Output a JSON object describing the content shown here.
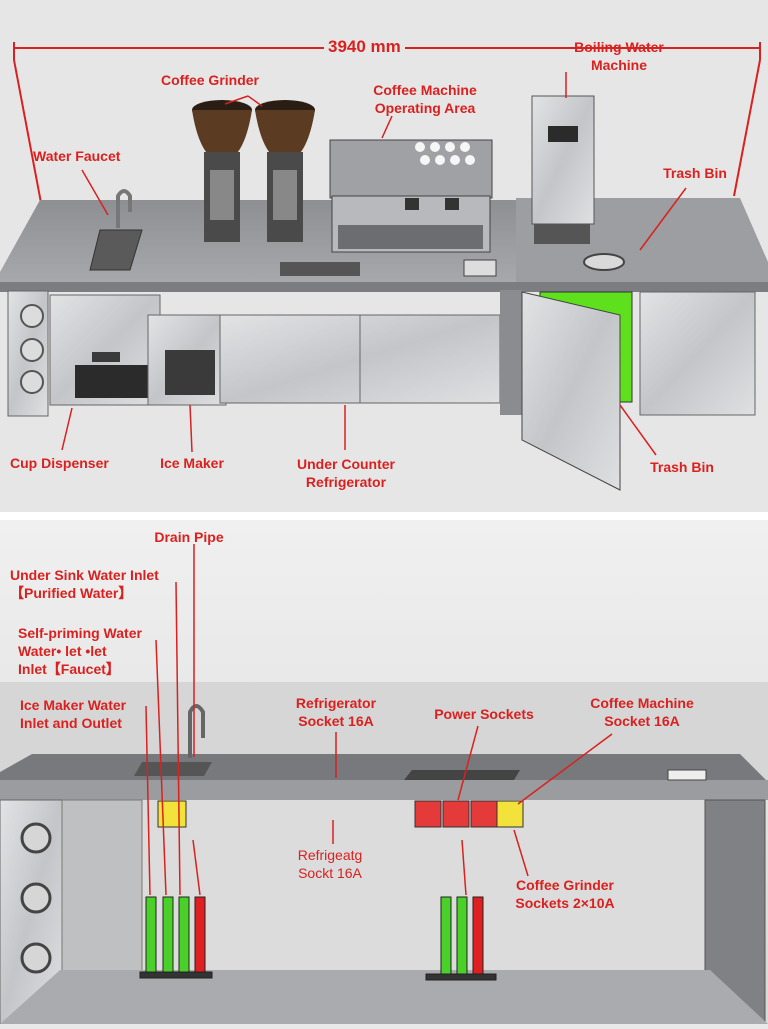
{
  "top": {
    "dimension": "3940 mm",
    "labels": {
      "boiling_water_machine": [
        "Boiling Water",
        "Machine"
      ],
      "coffee_grinder": [
        "Coffee Grinder"
      ],
      "coffee_machine_area": [
        "Coffee Machine",
        "Operating Area"
      ],
      "water_faucet": [
        "Water Faucet"
      ],
      "trash_bin_top": [
        "Trash Bin"
      ],
      "cup_dispenser": [
        "Cup Dispenser"
      ],
      "ice_maker": [
        "Ice Maker"
      ],
      "under_counter_refrigerator": [
        "Under Counter",
        "Refrigerator"
      ],
      "trash_bin_bottom": [
        "Trash Bin"
      ]
    }
  },
  "bottom": {
    "labels": {
      "drain_pipe": [
        "Drain Pipe"
      ],
      "under_sink_water_inlet": [
        "Under Sink Water Inlet",
        "【Purified Water】"
      ],
      "self_priming_water_inlet": [
        "Self-priming Water",
        "Water• let •let",
        "Inlet【Faucet】"
      ],
      "ice_maker_water": [
        "Ice Maker Water",
        "Inlet and Outlet"
      ],
      "refrigerator_socket": [
        "Refrigerator",
        "Socket 16A"
      ],
      "power_sockets": [
        "Power Sockets"
      ],
      "coffee_machine_socket": [
        "Coffee Machine",
        "Socket 16A"
      ],
      "refrigerator_socket_lower": [
        "Refrigeatg",
        "Sockt 16A"
      ],
      "coffee_grinder_sockets": [
        "Coffee Grinder",
        "Sockets 2×10A"
      ]
    }
  },
  "colors": {
    "annotation": "#d9211f",
    "steel": "#c9cbce",
    "green_pipe": "#49d12a",
    "red_pipe": "#e02020",
    "trash_green": "#5fe01c",
    "socket_red": "#e53a3a",
    "socket_yellow": "#f2e23a"
  }
}
